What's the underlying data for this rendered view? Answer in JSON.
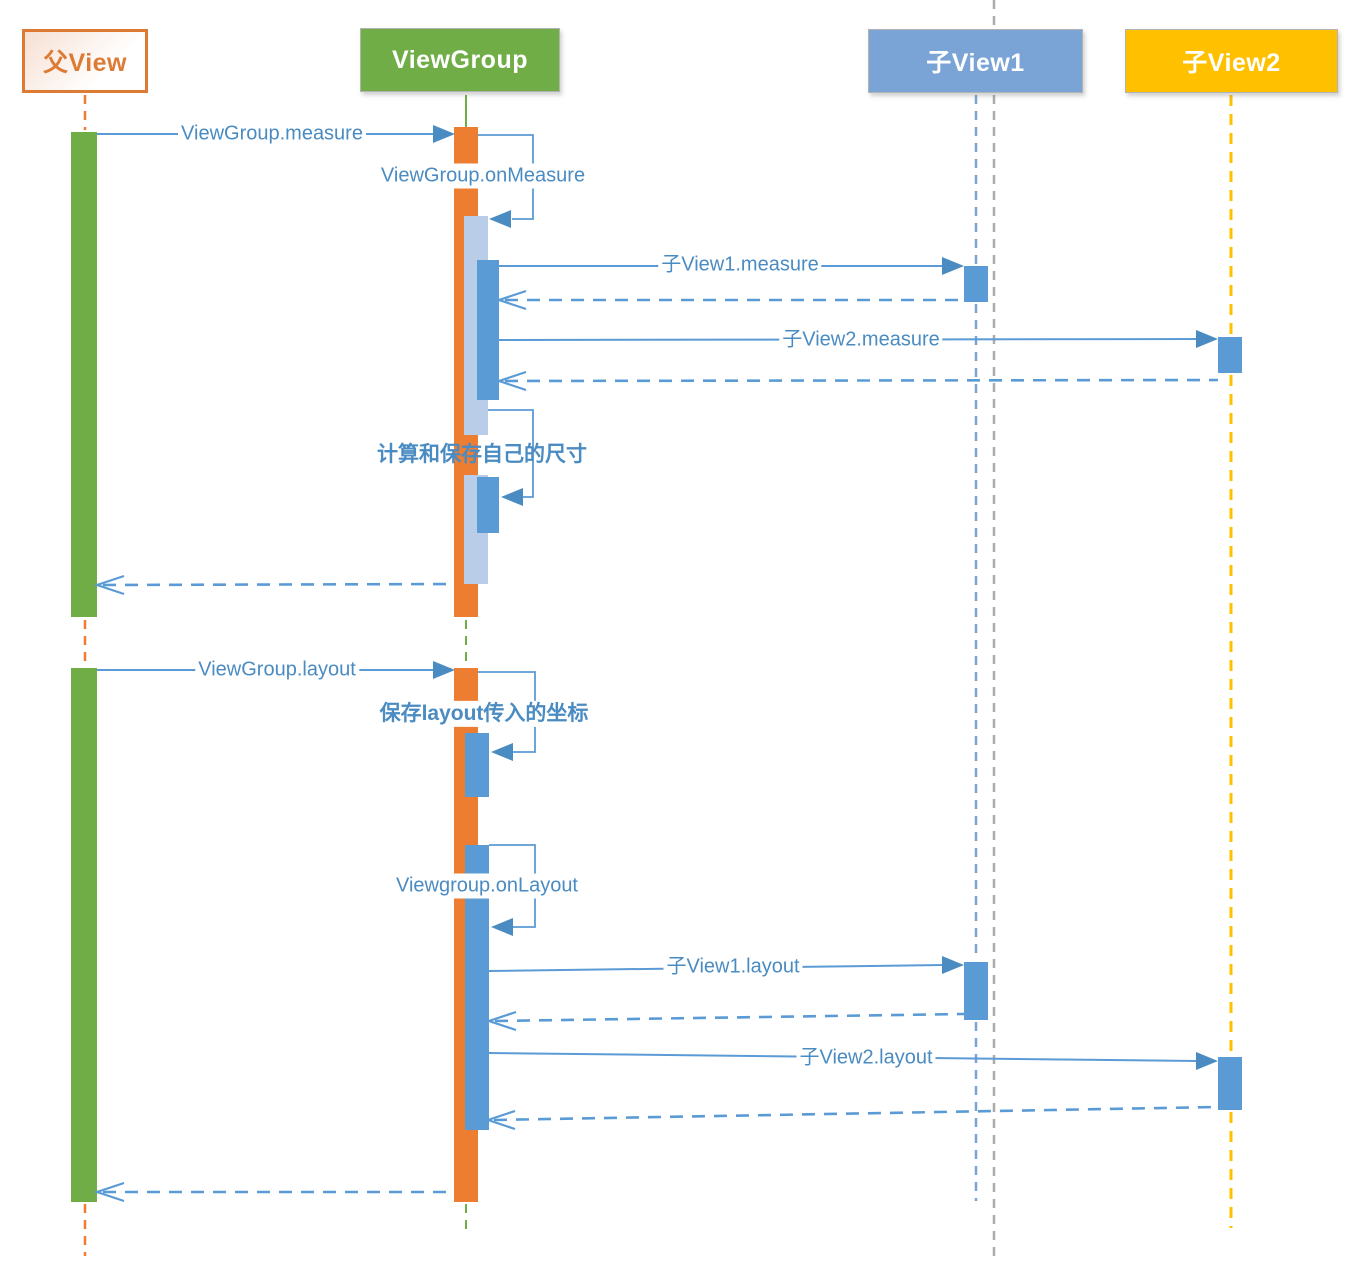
{
  "diagram_title": "View measure/layout sequence diagram",
  "participants": [
    {
      "id": "parent-view",
      "label": "父View"
    },
    {
      "id": "viewgroup",
      "label": "ViewGroup"
    },
    {
      "id": "child-view1",
      "label": "子View1"
    },
    {
      "id": "child-view2",
      "label": "子View2"
    }
  ],
  "messages": {
    "vg_measure": "ViewGroup.measure",
    "vg_onmeasure": "ViewGroup.onMeasure",
    "v1_measure": "子View1.measure",
    "v2_measure": "子View2.measure",
    "calc_size": "计算和保存自己的尺寸",
    "vg_layout": "ViewGroup.layout",
    "save_coords": "保存layout传入的坐标",
    "vg_onlayout": "Viewgroup.onLayout",
    "v1_layout": "子View1.layout",
    "v2_layout": "子View2.layout"
  },
  "colors": {
    "orange": "#ED7D31",
    "green": "#70AD47",
    "blue_bar": "#5B9BD5",
    "lavender": "#B9CDE9",
    "amber": "#FFC000",
    "box_blue": "#7BA4D6",
    "message_blue": "#4A8BC2",
    "gray_line": "#ABABAB"
  }
}
